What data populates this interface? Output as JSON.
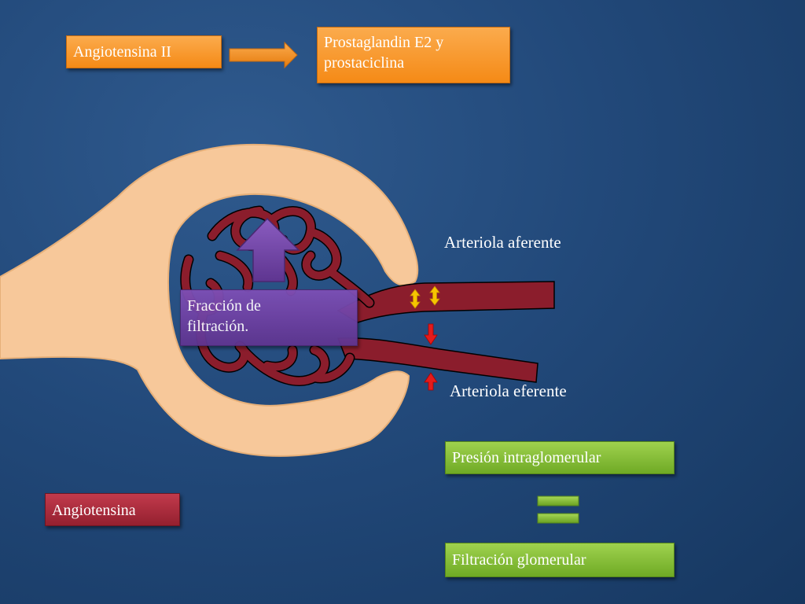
{
  "top_flow": {
    "source_label": "Angiotensina II",
    "target_label_line1": "Prostaglandin E2 y",
    "target_label_line2": "prostaciclina"
  },
  "glomerulus": {
    "fraction_label_line1": "Fracción de",
    "fraction_label_line2": "filtración.",
    "afferent_label": "Arteriola aferente",
    "efferent_label": "Arteriola eferente"
  },
  "bottom": {
    "pressure_label": "Presión intraglomerular",
    "filtration_label": "Filtración glomerular",
    "angiotensin_label": "Angiotensina"
  },
  "colors": {
    "background": "#22497a",
    "orange_box": "#f58a16",
    "green_box": "#6faa25",
    "red_box": "#94202f",
    "purple_box": "#5f3590",
    "capsule": "#f7c89a",
    "vessel": "#8b1d2c",
    "arrow_yellow": "#f6c400",
    "arrow_red": "#e41b1b"
  },
  "icons": {
    "flow_arrow": "right-arrow-icon",
    "up_arrow": "up-arrow-icon",
    "equals": "equals-icon"
  }
}
